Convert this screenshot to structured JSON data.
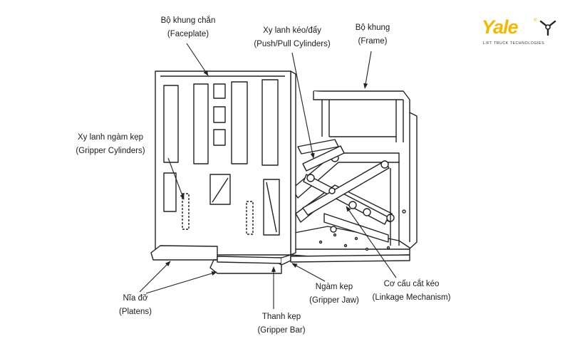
{
  "labels": {
    "faceplate": {
      "vi": "Bộ khung chắn",
      "en": "(Faceplate)"
    },
    "push_pull": {
      "vi": "Xy lanh kéo/đẩy",
      "en": "(Push/Pull Cylinders)"
    },
    "frame": {
      "vi": "Bộ khung",
      "en": "(Frame)"
    },
    "gripper_cylinders": {
      "vi": "Xy lanh ngàm kẹp",
      "en": "(Gripper Cylinders)"
    },
    "platens": {
      "vi": "Nĩa đỡ",
      "en": "(Platens)"
    },
    "gripper_bar": {
      "vi": "Thanh kẹp",
      "en": "(Gripper Bar)"
    },
    "gripper_jaw": {
      "vi": "Ngàm kẹp",
      "en": "(Gripper Jaw)"
    },
    "linkage": {
      "vi": "Cơ cấu cắt kéo",
      "en": "(Linkage Mechanism)"
    }
  },
  "logo": {
    "word": "Yale",
    "registered": "®",
    "tagline": "LIFT TRUCK TECHNOLOGIES",
    "accent_color": "#f5b800",
    "icon": "yale-y-mark-icon"
  }
}
